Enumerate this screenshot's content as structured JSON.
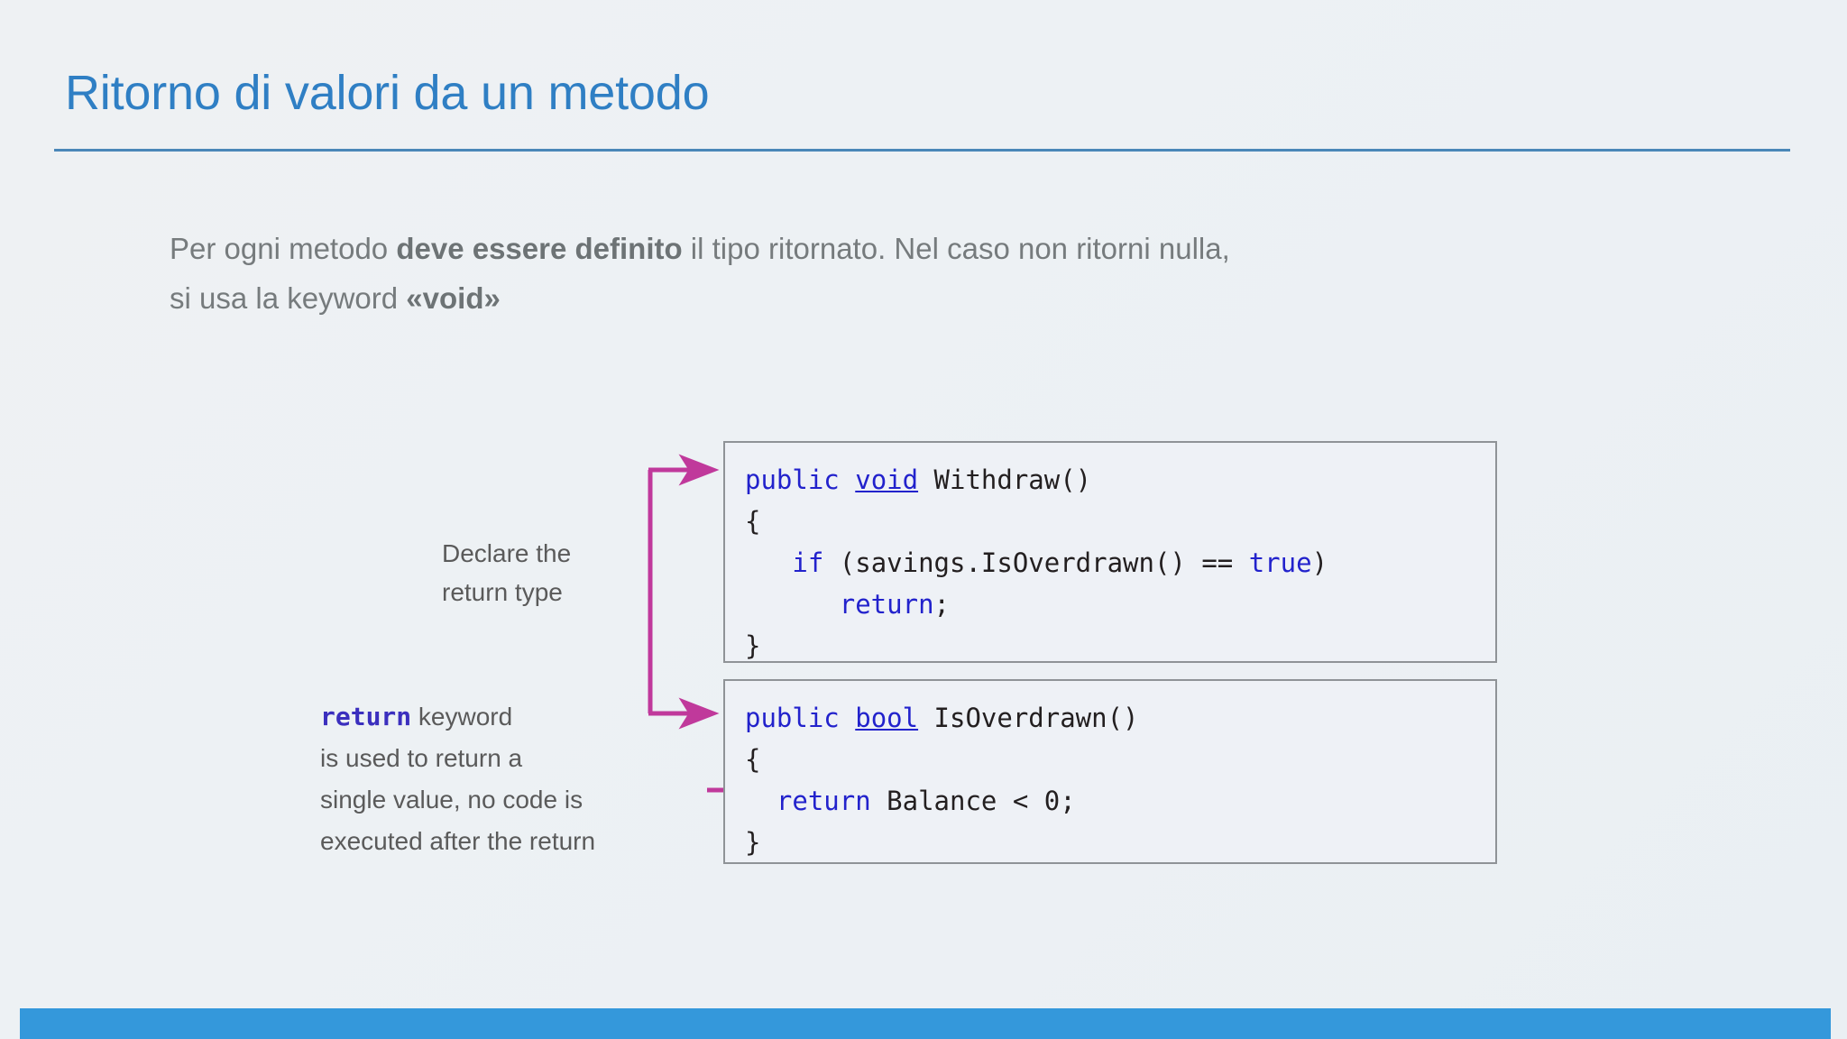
{
  "slide": {
    "title": "Ritorno di valori da un metodo",
    "accent_color": "#2f7fc4",
    "rule_color": "#4a87b8",
    "background_color": "#eef1f3",
    "bottom_bar_color": "#3498db"
  },
  "body": {
    "line1_part1": "Per ogni metodo ",
    "line1_bold": "deve essere definito",
    "line1_part2": " il tipo ritornato. Nel caso non ritorni nulla,",
    "line2_part1": "si usa la keyword ",
    "line2_bold": "«void»",
    "text_color": "#767b7d"
  },
  "figure": {
    "arrow_color": "#c0399b",
    "code_box_border": "#8f9397",
    "code_box_background": "#eef1f6",
    "keyword_color": "#2222cc",
    "identifier_color": "#231f20",
    "annotation_color": "#5a5a5a"
  },
  "code_block_withdraw": {
    "name": "Withdraw",
    "lines": [
      [
        {
          "t": "public",
          "c": "kw"
        },
        {
          "t": " ",
          "c": "ident"
        },
        {
          "t": "void",
          "c": "kw-u"
        },
        {
          "t": " ",
          "c": "ident"
        },
        {
          "t": "Withdraw()",
          "c": "ident"
        }
      ],
      [
        {
          "t": "{",
          "c": "ident"
        }
      ],
      [
        {
          "t": "   ",
          "c": "ident"
        },
        {
          "t": "if",
          "c": "kw"
        },
        {
          "t": " (savings.IsOverdrawn() == ",
          "c": "ident"
        },
        {
          "t": "true",
          "c": "lit"
        },
        {
          "t": ")",
          "c": "ident"
        }
      ],
      [
        {
          "t": "      ",
          "c": "ident"
        },
        {
          "t": "return",
          "c": "kw"
        },
        {
          "t": ";",
          "c": "ident"
        }
      ],
      [
        {
          "t": "}",
          "c": "ident"
        }
      ]
    ],
    "plain_text": "public void Withdraw()\n{\n   if (savings.IsOverdrawn() == true)\n      return;\n}"
  },
  "code_block_isoverdrawn": {
    "name": "IsOverdrawn",
    "lines": [
      [
        {
          "t": "public",
          "c": "kw"
        },
        {
          "t": " ",
          "c": "ident"
        },
        {
          "t": "bool",
          "c": "kw-u"
        },
        {
          "t": " ",
          "c": "ident"
        },
        {
          "t": "IsOverdrawn()",
          "c": "ident"
        }
      ],
      [
        {
          "t": "{",
          "c": "ident"
        }
      ],
      [
        {
          "t": "  ",
          "c": "ident"
        },
        {
          "t": "return",
          "c": "kw"
        },
        {
          "t": " Balance < 0;",
          "c": "ident"
        }
      ],
      [
        {
          "t": "}",
          "c": "ident"
        }
      ]
    ],
    "plain_text": "public bool IsOverdrawn()\n{\n  return Balance < 0;\n}"
  },
  "annotations": {
    "declare": {
      "line1": "Declare the",
      "line2": "return type"
    },
    "return_keyword": {
      "keyword": "return",
      "line1_rest": " keyword",
      "line2": "is used to return a",
      "line3": "single value, no code is",
      "line4": "executed after the return"
    }
  }
}
